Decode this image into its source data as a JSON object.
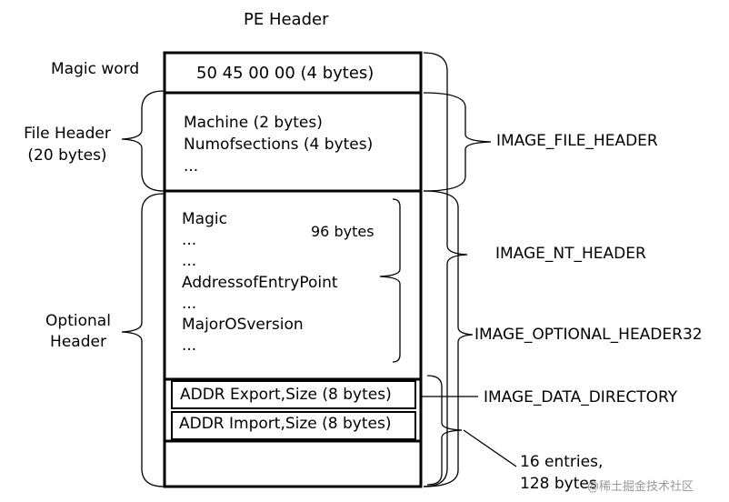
{
  "title": "PE Header",
  "left_labels": {
    "magic_word": "Magic word",
    "file_header_line1": "File Header",
    "file_header_line2": "(20 bytes)",
    "optional_header_line1": "Optional",
    "optional_header_line2": "Header"
  },
  "boxes": {
    "signature": "50 45 00 00 (4 bytes)",
    "file_header_lines": [
      "Machine (2 bytes)",
      "Numofsections (4 bytes)",
      "..."
    ],
    "optional_lines": [
      "Magic",
      "...",
      "...",
      "AddressofEntryPoint",
      "...",
      "MajorOSversion",
      "..."
    ],
    "bytes96": "96 bytes",
    "export_entry": "ADDR Export,Size (8 bytes)",
    "import_entry": "ADDR Import,Size (8 bytes)"
  },
  "right_labels": {
    "image_file_header": "IMAGE_FILE_HEADER",
    "image_nt_header": "IMAGE_NT_HEADER",
    "image_optional_header32": "IMAGE_OPTIONAL_HEADER32",
    "image_data_directory": "IMAGE_DATA_DIRECTORY",
    "entries_line1": "16 entries,",
    "entries_line2": "128 bytes"
  },
  "watermark": "@稀土掘金技术社区"
}
